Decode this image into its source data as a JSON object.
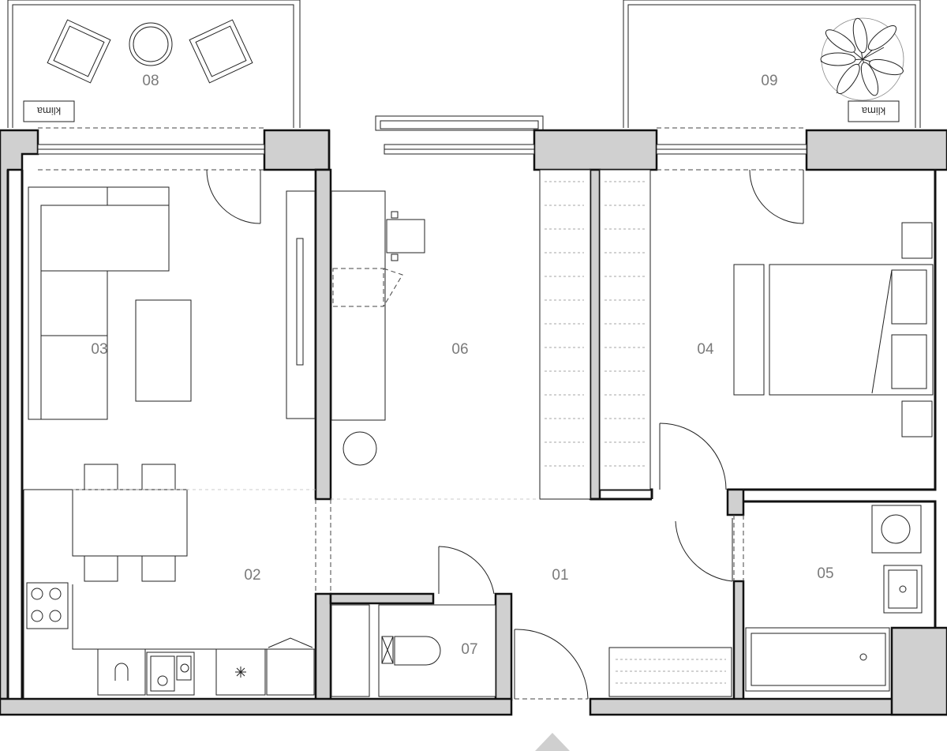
{
  "rooms": [
    {
      "id": "01",
      "label": "01"
    },
    {
      "id": "02",
      "label": "02"
    },
    {
      "id": "03",
      "label": "03"
    },
    {
      "id": "04",
      "label": "04"
    },
    {
      "id": "05",
      "label": "05"
    },
    {
      "id": "06",
      "label": "06"
    },
    {
      "id": "07",
      "label": "07"
    },
    {
      "id": "08",
      "label": "08"
    },
    {
      "id": "09",
      "label": "09"
    }
  ],
  "fixtures": {
    "klima_balcony_08": "klima",
    "klima_balcony_09": "klima"
  },
  "colors": {
    "wall_fill": "#d0d0d0",
    "line": "#222222",
    "label": "#7a7a7a",
    "entrance_marker": "#cfcfcf"
  }
}
